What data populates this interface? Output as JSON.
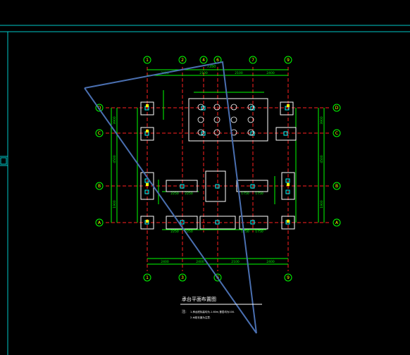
{
  "drawing": {
    "grid_columns_top": [
      "1",
      "2",
      "4",
      "6",
      "7",
      "9"
    ],
    "grid_columns_bottom": [
      "1",
      "3",
      "6",
      "9"
    ],
    "grid_rows_left": [
      "D",
      "C",
      "B",
      "A"
    ],
    "grid_rows_right": [
      "D",
      "C",
      "B",
      "A"
    ],
    "top_overall_dim": "7350",
    "top_dims": [
      "2400",
      "2100",
      "2100",
      "2400"
    ],
    "bottom_dims": [
      "2400",
      "2400",
      "2100",
      "2400"
    ],
    "left_dims": [
      "3900",
      "4500",
      "1900"
    ],
    "right_dims": [
      "3900",
      "4500",
      "1900"
    ],
    "block_labels": [
      "2250",
      "2250",
      "1750",
      "1750",
      "2250",
      "2250",
      "1750",
      "1750"
    ],
    "title": "承台平面布置图",
    "notes_label": "注:",
    "note_lines": [
      "1.承台底标高均为-1.60m,垂层均为100.",
      "2.木桩长度为注意."
    ]
  },
  "colors": {
    "background": "#000000",
    "frame_cyan": "#00c8c8",
    "dimension_green": "#00ff00",
    "column_yellow": "#ffff00",
    "grid_red": "#ff2020",
    "pile_cyan": "#00ffff",
    "overlay_blue": "#4a6fb0",
    "text_white": "#ffffff"
  }
}
